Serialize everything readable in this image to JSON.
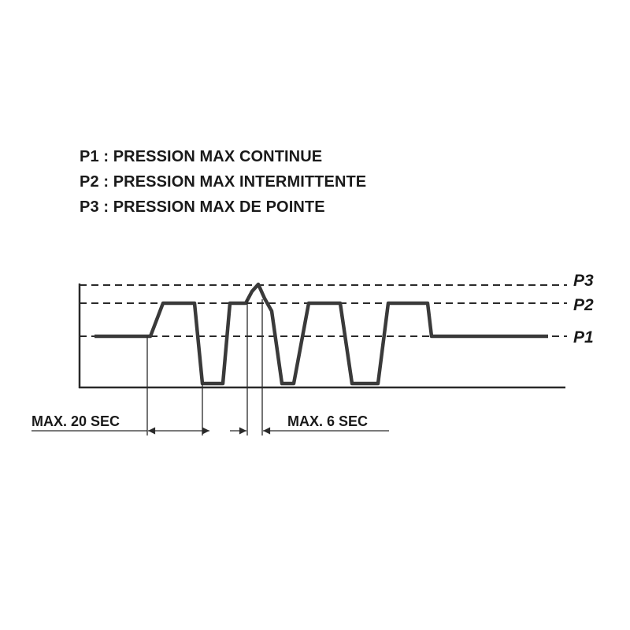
{
  "legend": [
    {
      "key": "P1",
      "text": "P1 : PRESSION MAX CONTINUE"
    },
    {
      "key": "P2",
      "text": "P2 : PRESSION MAX INTERMITTENTE"
    },
    {
      "key": "P3",
      "text": "P3 : PRESSION MAX DE POINTE"
    }
  ],
  "levels": {
    "p1": "P1",
    "p2": "P2",
    "p3": "P3"
  },
  "dimensions": {
    "continuous_max": "MAX. 20 SEC",
    "peak_max": "MAX. 6 SEC"
  },
  "colors": {
    "line": "#3a3a3a",
    "text": "#1a1a1a",
    "background": "#ffffff"
  }
}
